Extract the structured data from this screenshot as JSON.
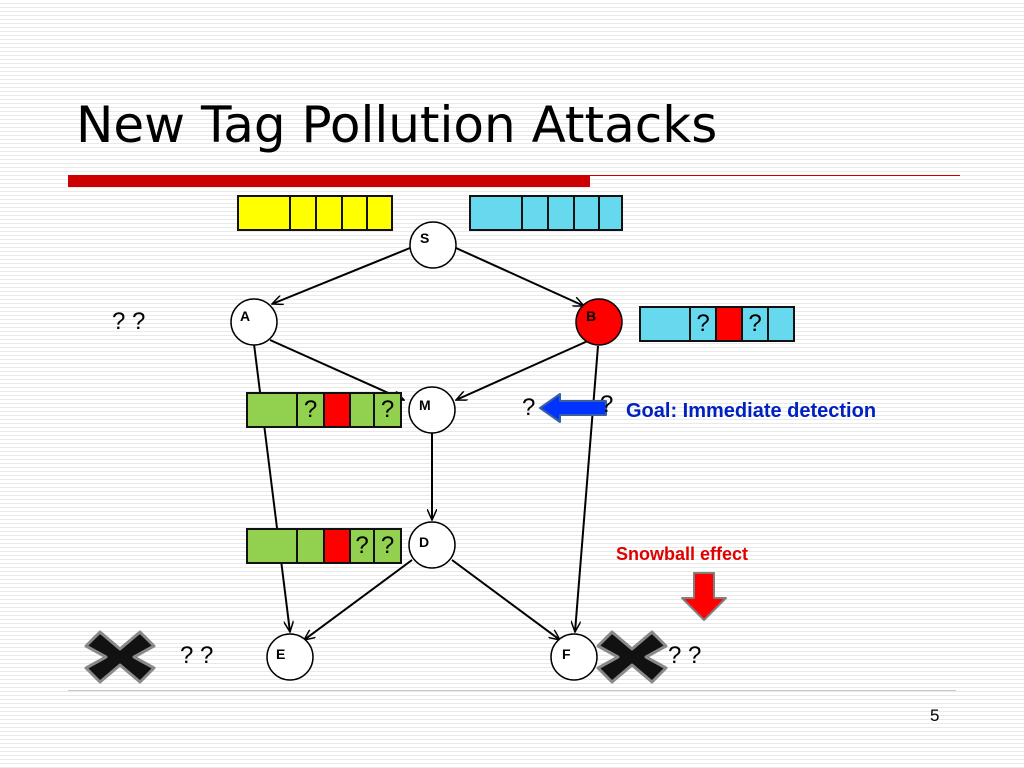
{
  "slide": {
    "title": "New Tag Pollution Attacks",
    "page_number": "5"
  },
  "nodes": {
    "S": "S",
    "A": "A",
    "B": "B",
    "M": "M",
    "D": "D",
    "E": "E",
    "F": "F"
  },
  "marks": {
    "question_pair": "? ?",
    "question": "?",
    "cell_q": "?"
  },
  "annotations": {
    "goal": "Goal: Immediate detection",
    "snowball": "Snowball effect"
  },
  "colors": {
    "yellow_buffer": "#ffff00",
    "cyan_buffer": "#66d9ee",
    "green_buffer": "#92d050",
    "polluted_tag": "#ff0000",
    "malicious_node": "#ff0000",
    "goal_arrow": "#0033ff",
    "snowball_arrow": "#ff0000",
    "title_bar": "#cc0000"
  },
  "icons": {
    "blocked": "cross-icon",
    "goal_arrow": "left-arrow-icon",
    "snowball_arrow": "down-arrow-icon"
  }
}
